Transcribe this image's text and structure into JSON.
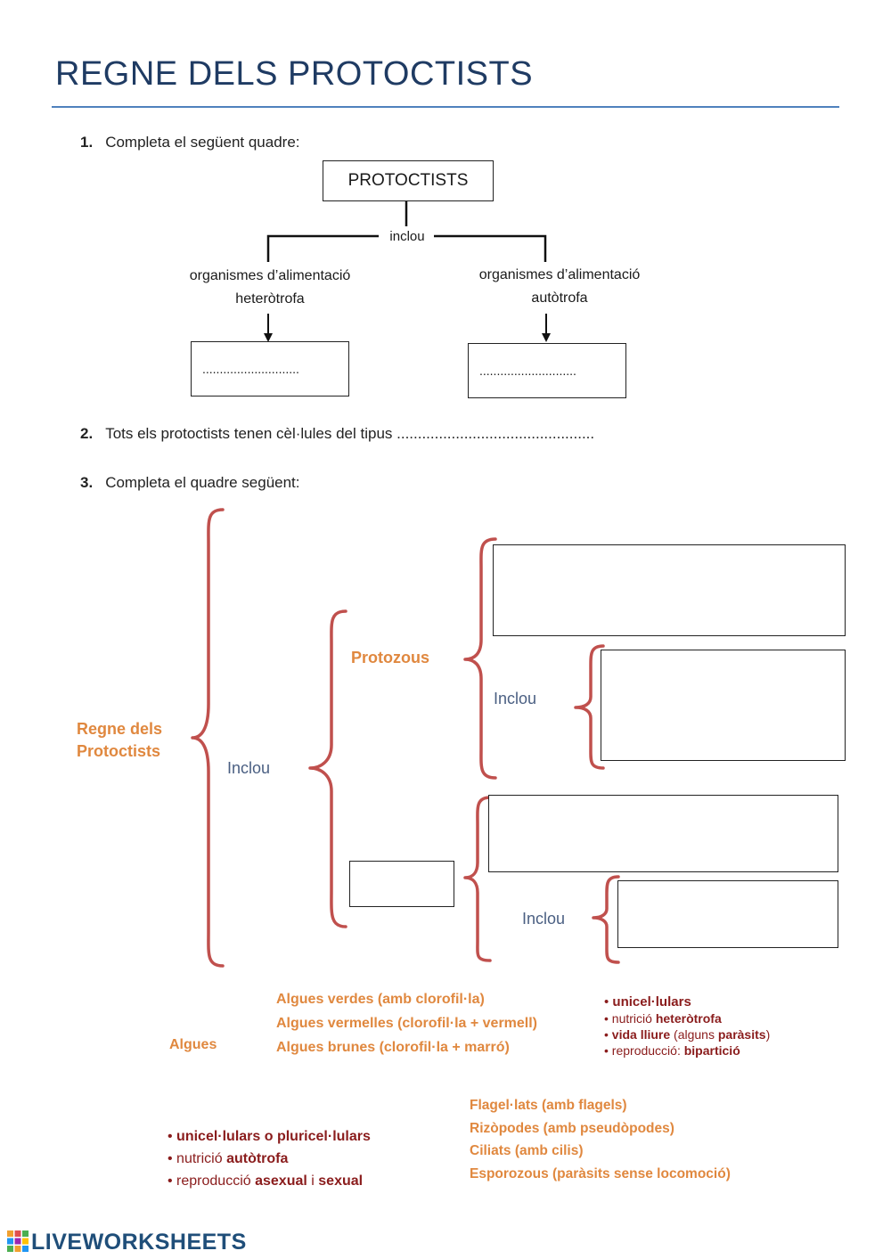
{
  "title": "REGNE DELS PROTOCTISTS",
  "q1": {
    "num": "1.",
    "text": "Completa el següent quadre:"
  },
  "tree": {
    "root": "PROTOCTISTS",
    "link": "inclou",
    "left_label_1": "organismes d’alimentació",
    "left_label_2": "heteròtrofa",
    "right_label_1": "organismes d’alimentació",
    "right_label_2": "autòtrofa",
    "left_answer": "............................",
    "right_answer": "............................"
  },
  "q2": {
    "num": "2.",
    "text": "Tots els protoctists tenen cèl·lules del tipus ..............................................."
  },
  "q3": {
    "num": "3.",
    "text": "Completa el quadre següent:"
  },
  "scheme": {
    "kingdom_1": "Regne dels",
    "kingdom_2": "Protoctists",
    "inclou_main": "Inclou",
    "protozous": "Protozous",
    "inclou_protozous": "Inclou",
    "inclou_algues": "Inclou"
  },
  "word_bank": {
    "algues": "Algues",
    "algae_types": [
      "Algues verdes (amb clorofil·la)",
      "Algues vermelles  (clorofil·la + vermell)",
      "Algues brunes (clorofil·la + marró)"
    ],
    "protozoa_traits": [
      {
        "pre": "",
        "b": "unicel·lulars",
        "post": "",
        "b2": "",
        "post2": ""
      },
      {
        "pre": "nutrició ",
        "b": "heteròtrofa",
        "post": "",
        "b2": "",
        "post2": ""
      },
      {
        "pre": "",
        "b": "vida lliure",
        "post": " (alguns ",
        "b2": "paràsits",
        "post2": ")"
      },
      {
        "pre": "reproducció: ",
        "b": "bipartició",
        "post": "",
        "b2": "",
        "post2": ""
      }
    ],
    "protozoa_types": [
      "Flagel·lats (amb flagels)",
      "Rizòpodes (amb pseudòpodes)",
      "Ciliats (amb cilis)",
      "Esporozous (paràsits sense locomoció)"
    ],
    "algae_traits": [
      {
        "pre": "",
        "b": "unicel·lulars o pluricel·lulars",
        "mid": "",
        "b2": ""
      },
      {
        "pre": "nutrició ",
        "b": "autòtrofa",
        "mid": "",
        "b2": ""
      },
      {
        "pre": "reproducció ",
        "b": "asexual",
        "mid": " i ",
        "b2": "sexual"
      }
    ]
  },
  "footer": {
    "logo": "LIVEWORKSHEETS"
  },
  "colors": {
    "brace": "#c0504d",
    "accent": "#e0883f",
    "heading": "#1f3b63",
    "label": "#4a5f82"
  }
}
